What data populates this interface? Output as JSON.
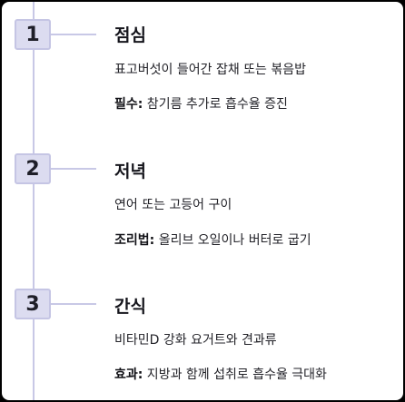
{
  "steps": [
    {
      "number": "1",
      "title": "점심",
      "description": "표고버섯이 들어간 잡채 또는 볶음밥",
      "note_label": "필수:",
      "note_text": " 참기름 추가로 흡수율 증진"
    },
    {
      "number": "2",
      "title": "저녁",
      "description": "연어 또는 고등어 구이",
      "note_label": "조리법:",
      "note_text": " 올리브 오일이나 버터로 굽기"
    },
    {
      "number": "3",
      "title": "간식",
      "description": "비타민D 강화 요거트와 견과류",
      "note_label": "효과:",
      "note_text": " 지방과 함께 섭취로 흡수율 극대화"
    }
  ],
  "colors": {
    "line": "#c8c8e6",
    "badge_fill": "#dcdcf0",
    "badge_border": "#c5c5e4"
  }
}
